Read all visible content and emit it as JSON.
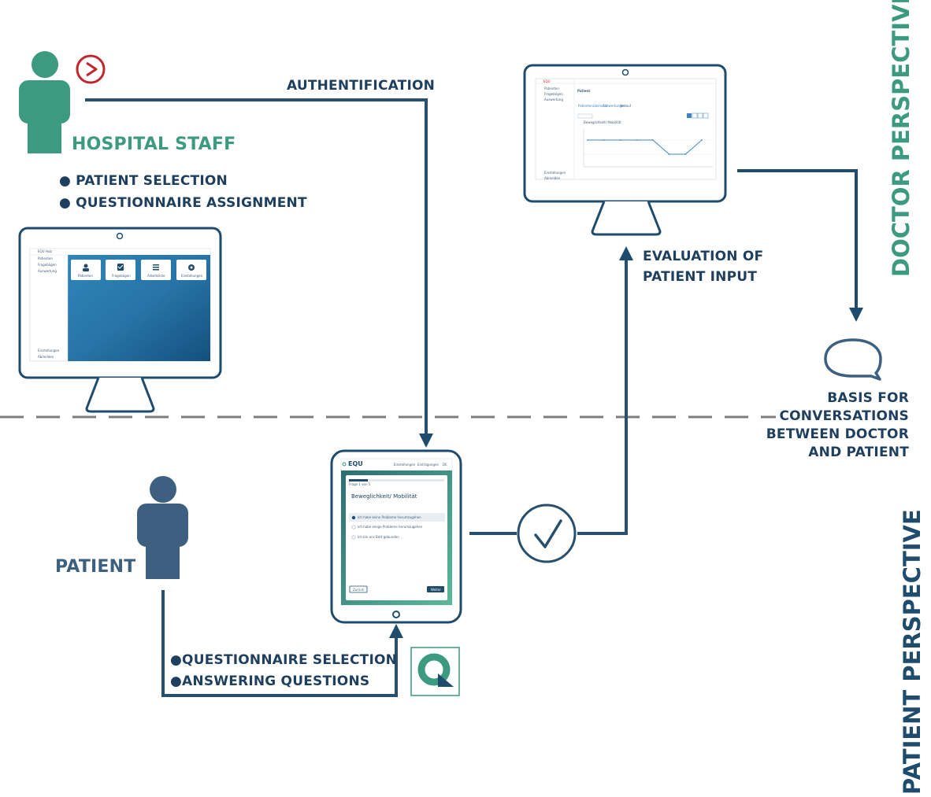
{
  "labels": {
    "authentification": "AUTHENTIFICATION",
    "hospital_staff": "HOSPITAL STAFF",
    "staff_tasks": [
      "PATIENT SELECTION",
      "QUESTIONNAIRE ASSIGNMENT"
    ],
    "evaluation": [
      "EVALUATION OF",
      "PATIENT INPUT"
    ],
    "doctor_perspective": "DOCTOR PERSPECTIVE",
    "patient_perspective": "PATIENT PERSPECTIVE",
    "basis": [
      "BASIS FOR",
      "CONVERSATIONS",
      "BETWEEN DOCTOR",
      "AND PATIENT"
    ],
    "patient": "PATIENT",
    "patient_tasks": [
      "QUESTIONNAIRE SELECTION",
      "ANSWERING QUESTIONS"
    ]
  },
  "staff_screen": {
    "app_title": "EQU Hub",
    "sidebar": [
      "Patienten",
      "Fragebögen",
      "Auswertung"
    ],
    "sidebar_bottom": [
      "Einstellungen",
      "Abmelden"
    ],
    "tiles": [
      "Patienten",
      "Fragebögen",
      "Arbeitsliste",
      "Einstellungen"
    ]
  },
  "doctor_screen": {
    "header": "EQU",
    "sidebar": [
      "Patienten",
      "Fragebögen",
      "Auswertung"
    ],
    "sidebar_bottom": [
      "Einstellungen",
      "Abmelden"
    ],
    "title": "Patient",
    "tabs": [
      "Patientenübersicht",
      "Auswertungen",
      "Verlauf"
    ],
    "chart_label": "Beweglichkeit/ Mobilität"
  },
  "tablet": {
    "logo": "EQU",
    "header_links": [
      "Einstellungen",
      "Eintragungen"
    ],
    "lang": "DE",
    "progress": "Frage 1 von 5",
    "question": "Beweglichkeit/ Mobilität",
    "options": [
      "Ich habe keine Probleme herumzugehen",
      "Ich habe einige Probleme herumzugehen",
      "Ich bin ans Bett gebunden"
    ],
    "back": "Zurück",
    "next": "Weiter"
  },
  "colors": {
    "staff_green": "#3b9a7f",
    "patient_slate": "#3d5f80",
    "line_navy": "#28506e",
    "arrow_navy": "#1f4c6d",
    "record_red": "#c0272d",
    "dashed_gray": "#7d7d7d"
  },
  "chart_data": {
    "type": "line",
    "title": "Beweglichkeit/ Mobilität",
    "x": [
      1,
      2,
      3,
      4,
      5,
      6,
      7,
      8
    ],
    "series": [
      {
        "values": [
          2,
          2,
          2,
          2,
          2,
          1,
          1,
          2
        ]
      }
    ]
  }
}
